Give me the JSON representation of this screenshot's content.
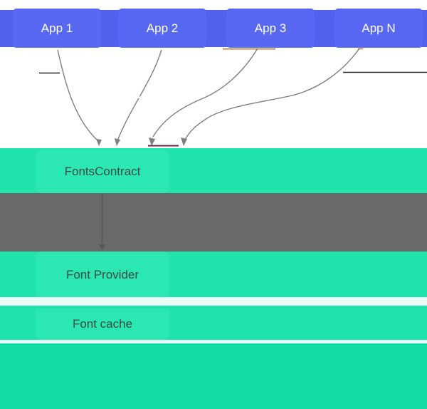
{
  "apps": {
    "items": [
      {
        "label": "App 1"
      },
      {
        "label": "App 2"
      },
      {
        "label": "App 3"
      },
      {
        "label": "App N"
      }
    ]
  },
  "fonts_contract": {
    "label": "FontsContract"
  },
  "font_provider": {
    "label": "Font Provider"
  },
  "font_cache": {
    "label": "Font cache"
  },
  "colors": {
    "app_bar": "#5161ee",
    "app_box": "#5968f2",
    "teal_band": "#1fe3ac",
    "teal_box": "#2ae7b4",
    "gray_band": "#6a6a6a",
    "footer": "#13dca5",
    "gap_strip": "#e9fcf6",
    "label_on_blue": "#ffffff",
    "label_on_teal": "#3c4a46",
    "arrow_gray": "#7e7e7e",
    "artifact_black": "#222222",
    "artifact_maroon": "#5c2440",
    "artifact_orange": "#a86a33"
  }
}
